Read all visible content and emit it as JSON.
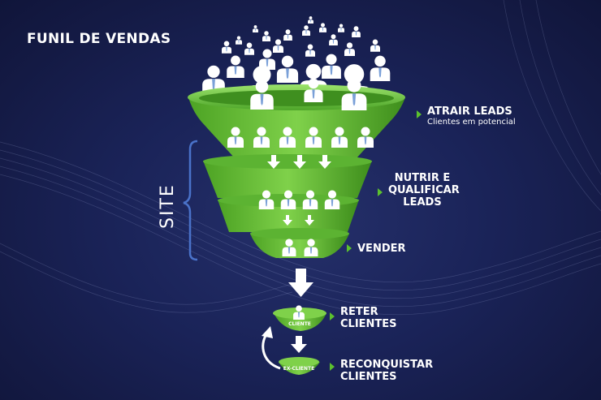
{
  "title": "FUNIL DE VENDAS",
  "side_label": "SITE",
  "stages": [
    {
      "label": "ATRAIR LEADS",
      "sublabel": "Clientes em potencial"
    },
    {
      "label": "NUTRIR E\nQUALIFICAR\nLEADS"
    },
    {
      "label": "VENDER"
    },
    {
      "label": "RETER\nCLIENTES",
      "tag": "CLIENTE"
    },
    {
      "label": "RECONQUISTAR\nCLIENTES",
      "tag": "EX-CLIENTE"
    }
  ],
  "colors": {
    "funnel": "#6cc13a",
    "funnel_dark": "#3f8f1f",
    "bracket": "#4a72c9",
    "text": "#ffffff"
  },
  "icons": [
    "person-icon",
    "arrow-down-icon",
    "arrow-right-icon",
    "return-arrow-icon"
  ]
}
